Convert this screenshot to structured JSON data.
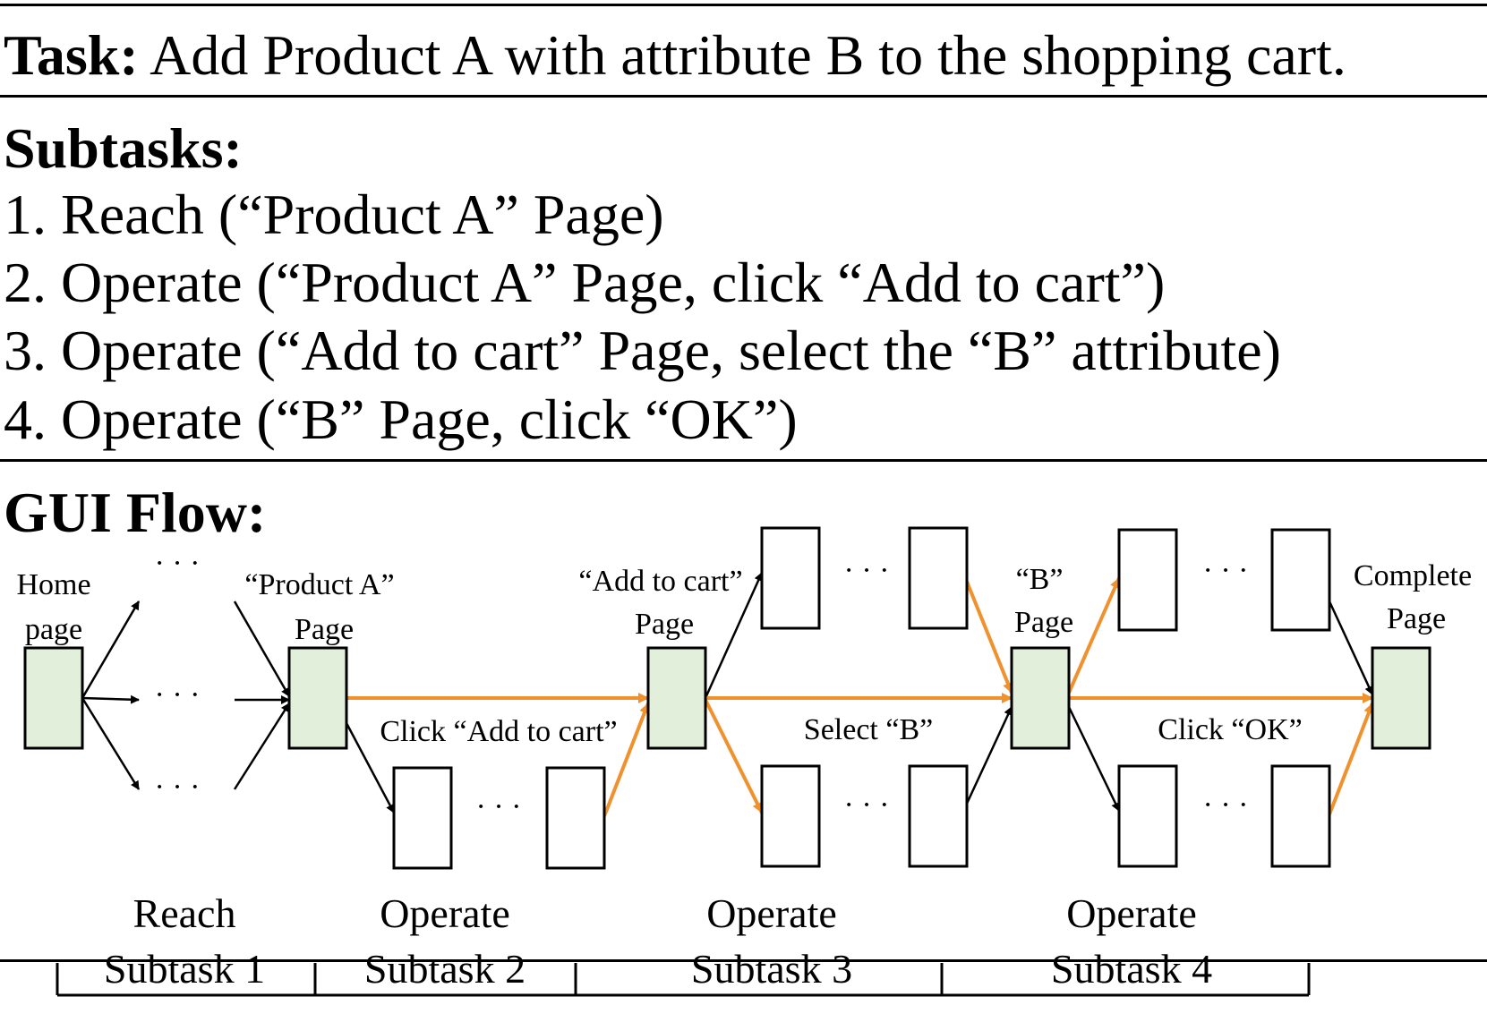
{
  "task": {
    "label": "Task:",
    "text": "Add Product A with attribute B to the shopping cart."
  },
  "subtasks": {
    "heading": "Subtasks:",
    "items": [
      "1. Reach (“Product A” Page)",
      "2. Operate (“Product A” Page, click “Add to cart”)",
      "3. Operate (“Add to cart” Page, select the “B” attribute)",
      "4. Operate (“B” Page, click “OK”)"
    ]
  },
  "flow": {
    "heading": "GUI Flow:",
    "nodes": {
      "home": [
        "Home",
        "page"
      ],
      "product_a": [
        "“Product A”",
        "Page"
      ],
      "add_to_cart": [
        "“Add to cart”",
        "Page"
      ],
      "b": [
        "“B”",
        "Page"
      ],
      "complete": [
        "Complete",
        "Page"
      ]
    },
    "edge_labels": {
      "click_add": "Click “Add to cart”",
      "select_b": "Select “B”",
      "click_ok": "Click “OK”"
    },
    "ellipsis": "· · ·",
    "phases": [
      [
        "Reach",
        "Subtask 1"
      ],
      [
        "Operate",
        "Subtask 2"
      ],
      [
        "Operate",
        "Subtask 3"
      ],
      [
        "Operate",
        "Subtask 4"
      ]
    ],
    "colors": {
      "page_fill": "#e2efda",
      "highlight": "#f0912d",
      "ink": "#000000"
    }
  }
}
